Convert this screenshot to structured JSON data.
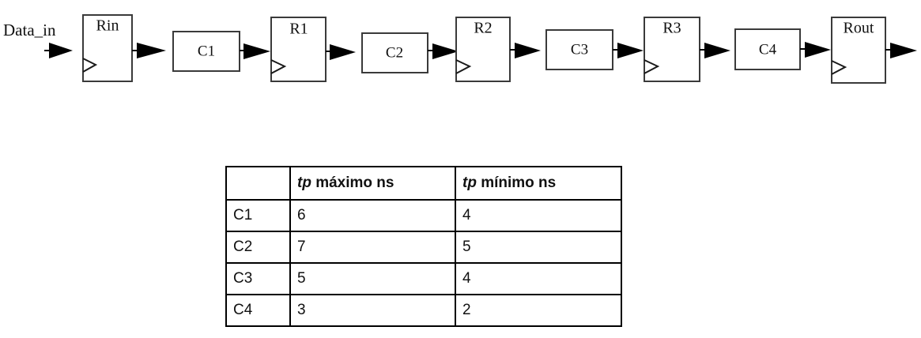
{
  "diagram": {
    "input_signal_label": "Data_in",
    "stages": [
      {
        "id": "Rin",
        "type": "register",
        "label": "Rin"
      },
      {
        "id": "C1",
        "type": "combinational",
        "label": "C1"
      },
      {
        "id": "R1",
        "type": "register",
        "label": "R1"
      },
      {
        "id": "C2",
        "type": "combinational",
        "label": "C2"
      },
      {
        "id": "R2",
        "type": "register",
        "label": "R2"
      },
      {
        "id": "C3",
        "type": "combinational",
        "label": "C3"
      },
      {
        "id": "R3",
        "type": "register",
        "label": "R3"
      },
      {
        "id": "C4",
        "type": "combinational",
        "label": "C4"
      },
      {
        "id": "Rout",
        "type": "register",
        "label": "Rout"
      }
    ],
    "colors": {
      "block_stroke": "#3a3a3a",
      "arrow_fill": "#000000",
      "text": "#101010"
    }
  },
  "table": {
    "corner_header": "",
    "headers": [
      {
        "var": "tp",
        "rest": " máximo ns"
      },
      {
        "var": "tp",
        "rest": " mínimo ns"
      }
    ],
    "rows": [
      {
        "name": "C1",
        "tp_max": "6",
        "tp_min": "4"
      },
      {
        "name": "C2",
        "tp_max": "7",
        "tp_min": "5"
      },
      {
        "name": "C3",
        "tp_max": "5",
        "tp_min": "4"
      },
      {
        "name": "C4",
        "tp_max": "3",
        "tp_min": "2"
      }
    ]
  }
}
